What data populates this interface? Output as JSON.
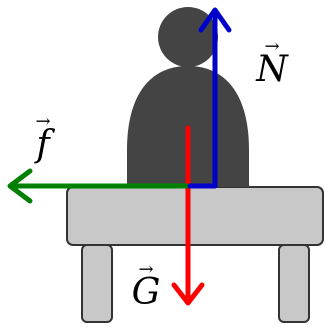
{
  "colors": {
    "person": "#444444",
    "table_fill": "#c8c8c8",
    "table_stroke": "#333333",
    "normal_force": "#0000cc",
    "friction_force": "#008000",
    "gravity_force": "#ff0000"
  },
  "forces": {
    "normal": {
      "symbol": "N",
      "hat": "→"
    },
    "friction": {
      "symbol": "f",
      "hat": "→"
    },
    "gravity": {
      "symbol": "G",
      "hat": "→"
    }
  }
}
